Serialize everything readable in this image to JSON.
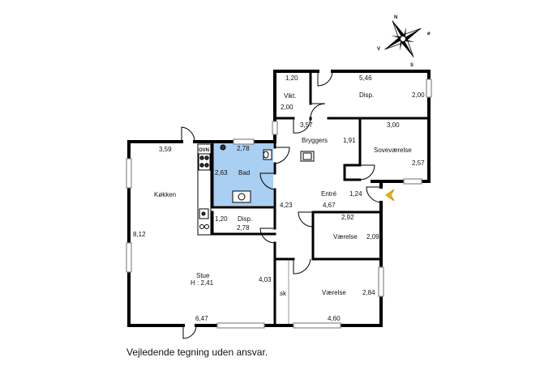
{
  "caption": "Vejledende tegning uden ansvar.",
  "compass": {
    "n": "N",
    "e": "ø",
    "s": "S",
    "w": "V"
  },
  "colors": {
    "bath": "#a9cff2",
    "wall": "#000000",
    "entry_arrow": "#f0b400"
  },
  "icons": {
    "compass": "compass-rose-icon",
    "entry": "entry-arrow-icon"
  },
  "fixtures": {
    "oven": "OVN"
  },
  "rooms": {
    "viktualie": {
      "name": "Vikt.",
      "top": "1,20",
      "side": "2,00"
    },
    "disp_top": {
      "name": "Disp.",
      "top": "5,46",
      "side": "2,00"
    },
    "bryggers": {
      "name": "Bryggers",
      "top": "3,57",
      "side": "1,91"
    },
    "sovevaerelse": {
      "name": "Soveværelse",
      "top": "3,00",
      "side": "2,57"
    },
    "bad": {
      "name": "Bad",
      "top": "2,78",
      "side": "2,63"
    },
    "entre": {
      "name": "Entré",
      "side": "1,24",
      "bottom": "4,67",
      "left": "4,23"
    },
    "koekken": {
      "name": "Køkken",
      "top": "3,59",
      "side": "8,12"
    },
    "disp_mid": {
      "name": "Disp.",
      "left": "1,20",
      "bottom": "2,78"
    },
    "vaerelse1": {
      "name": "Værelse",
      "top": "2,92",
      "side": "2,09"
    },
    "stue": {
      "name": "Stue",
      "height": "H : 2,41",
      "side": "4,03",
      "bottom": "6,47"
    },
    "vaerelse2": {
      "name": "Værelse",
      "side": "2,84",
      "bottom": "4,60",
      "closet": "sk"
    }
  }
}
